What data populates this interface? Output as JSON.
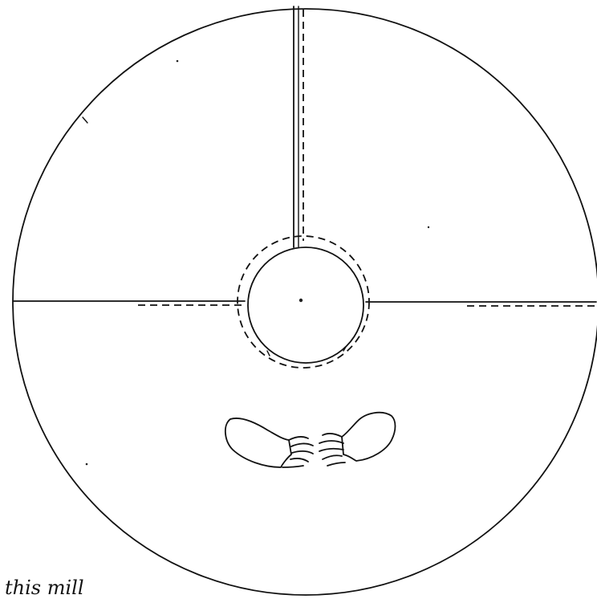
{
  "diagram": {
    "caption": "this mill",
    "ink_color": "#111111",
    "background_color": "#ffffff",
    "shapes": {
      "outer_disk": "circle",
      "inner_hub": "circle",
      "divider_lines": 3,
      "dashed_guides": 4,
      "figure": "two-arms-hands-icon"
    }
  }
}
